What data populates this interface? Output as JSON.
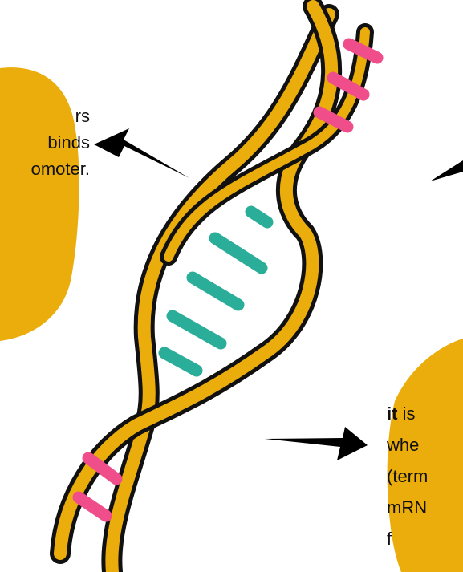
{
  "colors": {
    "blob": "#EBAD0C",
    "helix": "#EBAD0C",
    "outline": "#111111",
    "rung_pink": "#EF4E8A",
    "rung_teal": "#2BAE99",
    "arrow": "#000000",
    "background": "#FFFFFF"
  },
  "left_note": {
    "lines": [
      "rs",
      "binds",
      "omoter."
    ]
  },
  "right_note": {
    "first_bold": "it",
    "first_rest": " is",
    "lines": [
      "whe",
      "(term",
      "mRN",
      "f"
    ]
  }
}
